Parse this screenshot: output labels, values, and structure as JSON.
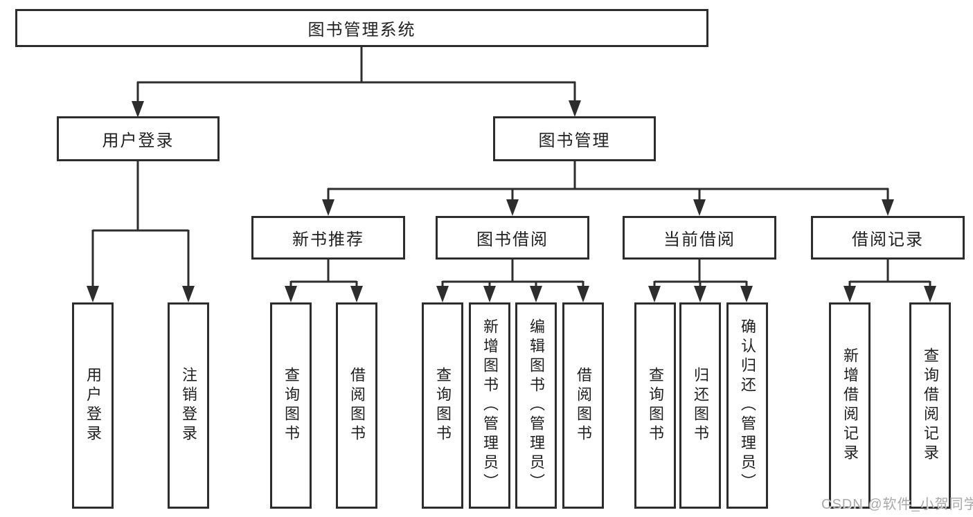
{
  "diagram": {
    "title": "图书管理系统",
    "level2": [
      {
        "label": "用户登录"
      },
      {
        "label": "图书管理"
      }
    ],
    "level3": [
      {
        "label": "新书推荐"
      },
      {
        "label": "图书借阅"
      },
      {
        "label": "当前借阅"
      },
      {
        "label": "借阅记录"
      }
    ],
    "leaves": {
      "user_login": [
        "用户登录",
        "注销登录"
      ],
      "new_book": [
        "查询图书",
        "借阅图书"
      ],
      "book_borrow": [
        "查询图书",
        "新增图书（管理员）",
        "编辑图书（管理员）",
        "借阅图书"
      ],
      "current_borrow": [
        "查询图书",
        "归还图书",
        "确认归还（管理员）"
      ],
      "borrow_records": [
        "新增借阅记录",
        "查询借阅记录"
      ]
    },
    "watermark": "CSDN @软件_小贺同学",
    "colors": {
      "line": "#2d2d2d",
      "text": "#1f1f1f",
      "watermark": "#a9a9a9",
      "background": "#ffffff"
    }
  }
}
